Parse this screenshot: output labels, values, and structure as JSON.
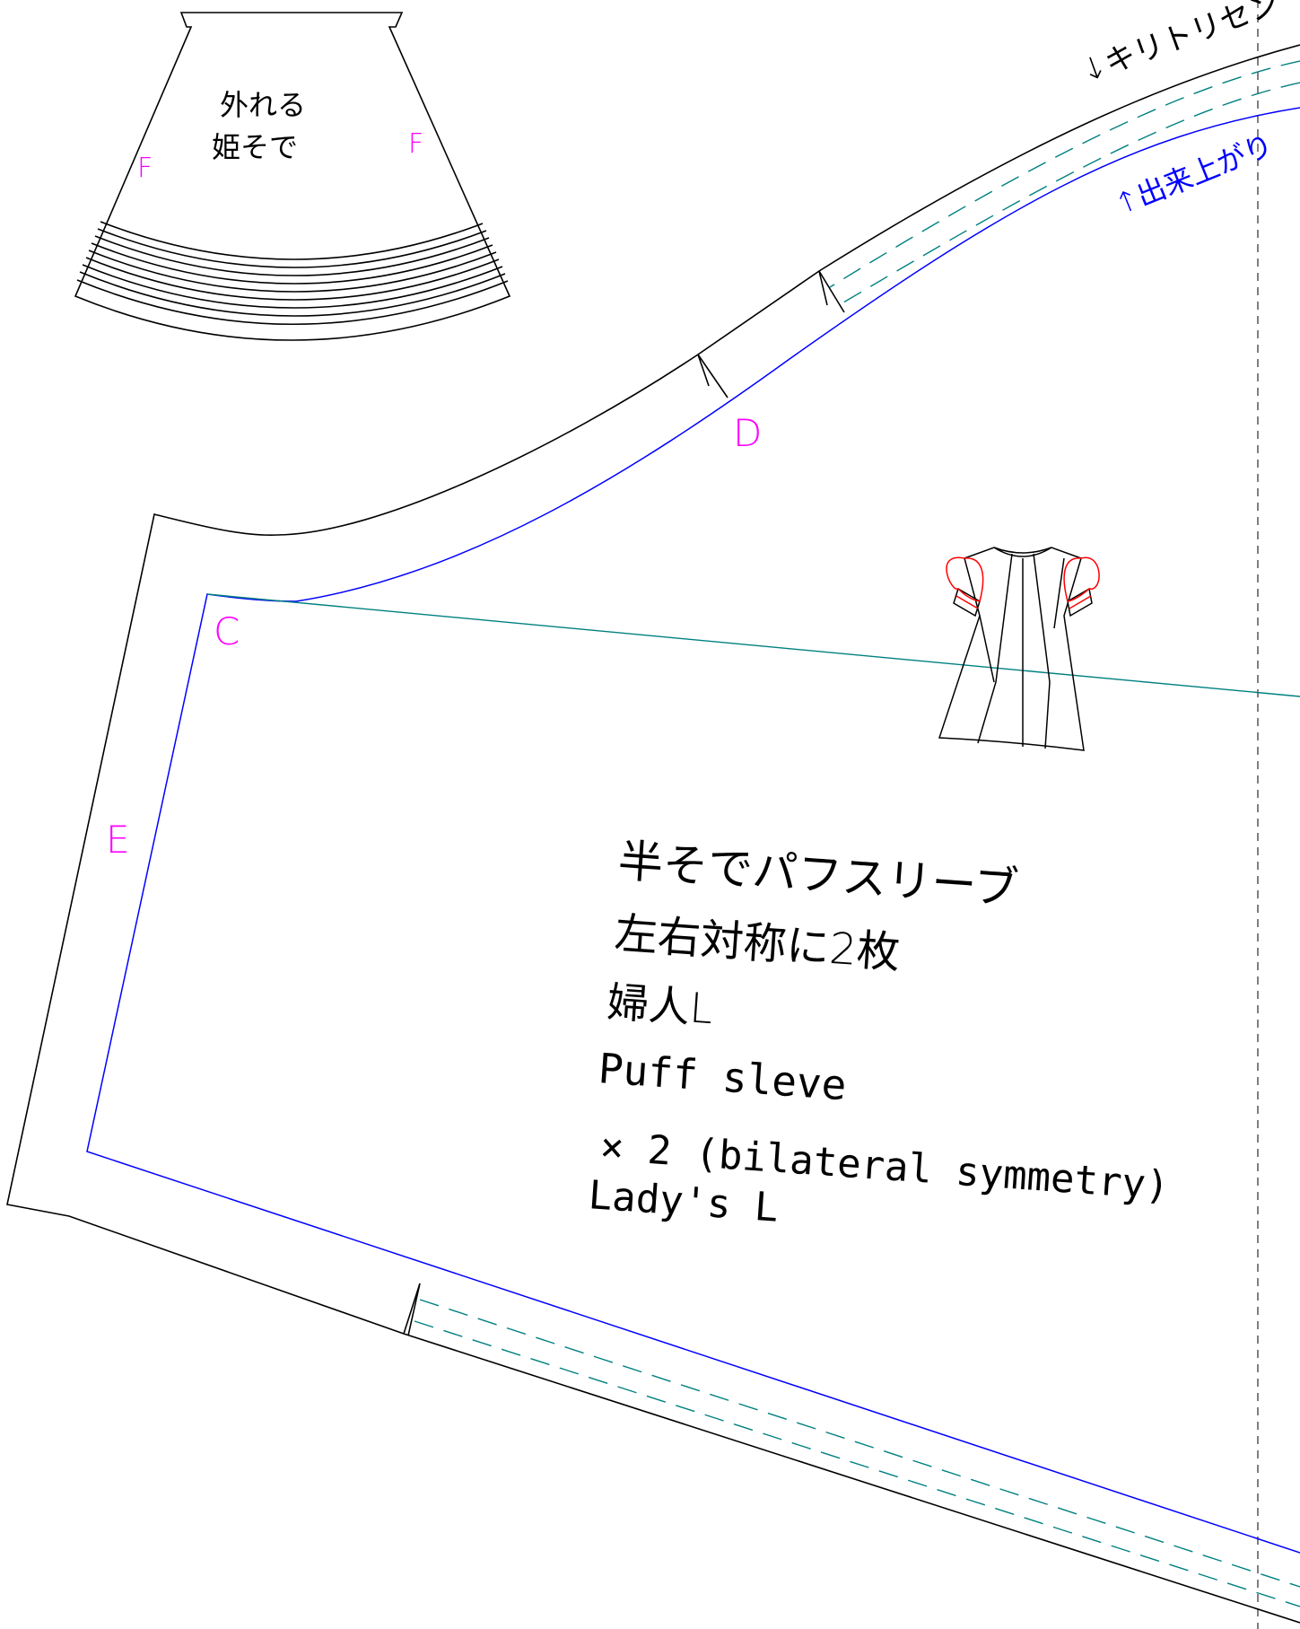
{
  "cut_line_label": "↓キリトリセン",
  "finish_line_label": "↑出来上がり",
  "detachable_sleeve": {
    "title_line1": "外れる",
    "title_line2": "姫そで",
    "mark_left": "F",
    "mark_right": "F"
  },
  "points": {
    "c": "C",
    "d": "D",
    "e": "E"
  },
  "notes_ja": {
    "line1": "半そでパフスリーブ",
    "line2": "左右対称に2枚",
    "line3": "婦人L"
  },
  "notes_en": {
    "line1": "Puff sleve",
    "line2": "× 2 (bilateral symmetry)",
    "line3": "Lady's  L"
  },
  "colors": {
    "outline": "#000000",
    "finish_line": "#0000ff",
    "stitch_line": "#008080",
    "point_marker": "#ff00ff",
    "sleeve_accent": "#ff0000",
    "fold_line": "#555555"
  }
}
